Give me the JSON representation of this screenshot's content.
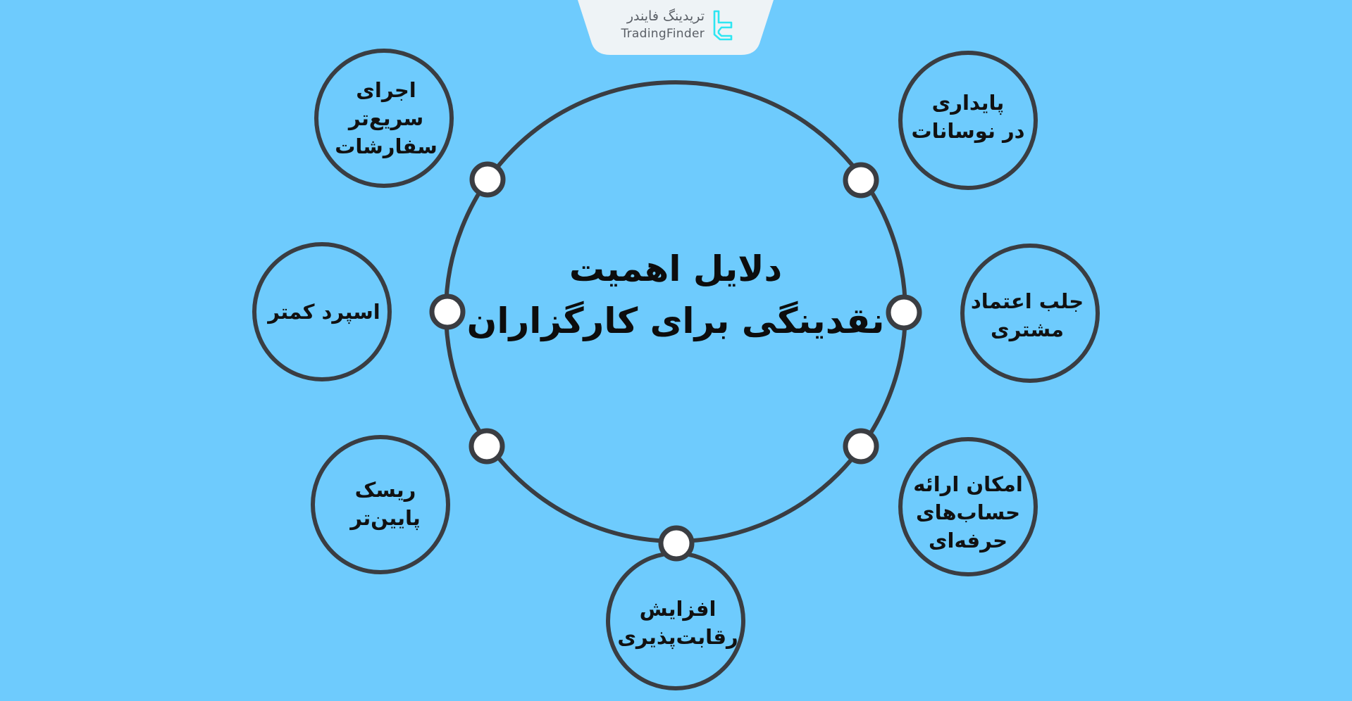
{
  "brand": {
    "name_fa": "تریدینگ فایندر",
    "name_en": "TradingFinder",
    "accent_color": "#2ee6f2",
    "tab_color": "#eef3f6"
  },
  "diagram": {
    "title_line1": "دلایل اهمیت",
    "title_line2": "نقدینگی برای کارگزاران",
    "background_color": "#6ecbfd",
    "stroke_color": "#3a3d42",
    "nodes": [
      {
        "label": "اجرای سریع‌تر سفارشات",
        "lines": [
          "اجرای",
          "سریع‌تر",
          "سفارشات"
        ],
        "position": "top-left"
      },
      {
        "label": "پایداری در نوسانات",
        "lines": [
          "پایداری",
          "در نوسانات"
        ],
        "position": "top-right"
      },
      {
        "label": "اسپرد کمتر",
        "lines": [
          "اسپرد کمتر"
        ],
        "position": "middle-left"
      },
      {
        "label": "جلب اعتماد مشتری",
        "lines": [
          "جلب اعتماد",
          "مشتری"
        ],
        "position": "middle-right"
      },
      {
        "label": "ریسک پایین‌تر",
        "lines": [
          "ریسک",
          "پایین‌تر"
        ],
        "position": "bottom-left"
      },
      {
        "label": "امکان ارائه حساب‌های حرفه‌ای",
        "lines": [
          "امکان ارائه",
          "حساب‌های",
          "حرفه‌ای"
        ],
        "position": "bottom-right"
      },
      {
        "label": "افزایش رقابت‌پذیری",
        "lines": [
          "افزایش",
          "رقابت‌پذیری"
        ],
        "position": "bottom"
      }
    ]
  }
}
